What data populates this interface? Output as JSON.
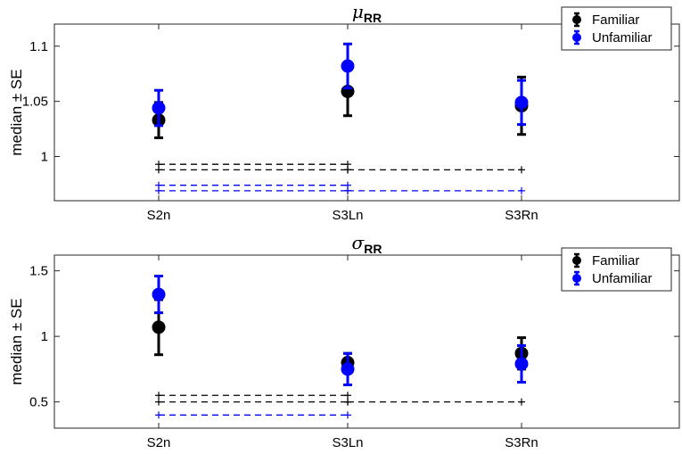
{
  "chart_data": [
    {
      "type": "scatter",
      "title_symbol": "μ",
      "title_subscript": "RR",
      "ylabel": "median ± SE",
      "categories": [
        "S2n",
        "S3Ln",
        "S3Rn"
      ],
      "ylim": [
        0.96,
        1.12
      ],
      "yticks": [
        1,
        1.05,
        1.1
      ],
      "ytick_labels": [
        "1",
        "1.05",
        "1.1"
      ],
      "legend_position": "top-right",
      "series": [
        {
          "name": "Familiar",
          "color": "#000000",
          "values": [
            1.033,
            1.059,
            1.046
          ],
          "errors": [
            0.016,
            0.022,
            0.026
          ]
        },
        {
          "name": "Unfamiliar",
          "color": "#0000ff",
          "values": [
            1.044,
            1.082,
            1.049
          ],
          "errors": [
            0.016,
            0.02,
            0.02
          ]
        }
      ],
      "significance_lines": [
        {
          "color": "#000000",
          "from": "S2n",
          "to": "S3Ln",
          "y": 0.993
        },
        {
          "color": "#000000",
          "from": "S2n",
          "to": "S3Ln",
          "y": 0.988
        },
        {
          "color": "#000000",
          "from": "S3Ln",
          "to": "S3Rn",
          "y": 0.988
        },
        {
          "color": "#0000ff",
          "from": "S2n",
          "to": "S3Ln",
          "y": 0.974
        },
        {
          "color": "#0000ff",
          "from": "S2n",
          "to": "S3Ln",
          "y": 0.969
        },
        {
          "color": "#0000ff",
          "from": "S3Ln",
          "to": "S3Rn",
          "y": 0.969
        }
      ]
    },
    {
      "type": "scatter",
      "title_symbol": "σ",
      "title_subscript": "RR",
      "ylabel": "median ± SE",
      "categories": [
        "S2n",
        "S3Ln",
        "S3Rn"
      ],
      "ylim": [
        0.3,
        1.62
      ],
      "yticks": [
        0.5,
        1,
        1.5
      ],
      "ytick_labels": [
        "0.5",
        "1",
        "1.5"
      ],
      "legend_position": "top-right",
      "series": [
        {
          "name": "Familiar",
          "color": "#000000",
          "values": [
            1.07,
            0.8,
            0.87
          ],
          "errors": [
            0.21,
            0.07,
            0.12
          ]
        },
        {
          "name": "Unfamiliar",
          "color": "#0000ff",
          "values": [
            1.32,
            0.75,
            0.79
          ],
          "errors": [
            0.14,
            0.12,
            0.14
          ]
        }
      ],
      "significance_lines": [
        {
          "color": "#000000",
          "from": "S2n",
          "to": "S3Ln",
          "y": 0.55
        },
        {
          "color": "#000000",
          "from": "S2n",
          "to": "S3Ln",
          "y": 0.5
        },
        {
          "color": "#000000",
          "from": "S3Ln",
          "to": "S3Rn",
          "y": 0.5
        },
        {
          "color": "#0000ff",
          "from": "S2n",
          "to": "S3Ln",
          "y": 0.4
        }
      ]
    }
  ]
}
